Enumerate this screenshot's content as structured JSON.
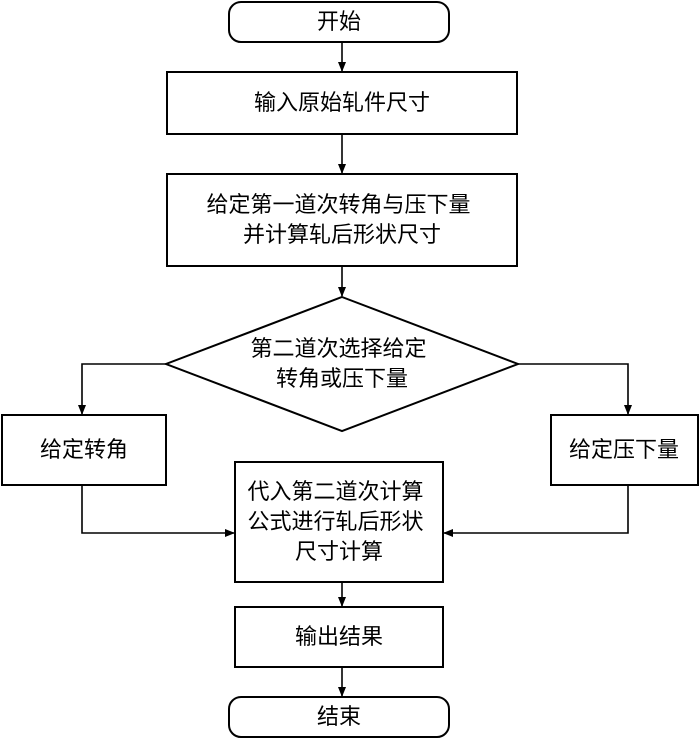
{
  "nodes": {
    "start": {
      "lines": [
        "开始"
      ]
    },
    "input_dims": {
      "lines": [
        "输入原始轧件尺寸"
      ]
    },
    "first_pass": {
      "lines": [
        "给定第一道次转角与压下量",
        "并计算轧后形状尺寸"
      ]
    },
    "decision": {
      "lines": [
        "第二道次选择给定",
        "转角或压下量"
      ]
    },
    "given_angle": {
      "lines": [
        "给定转角"
      ]
    },
    "given_reduction": {
      "lines": [
        "给定压下量"
      ]
    },
    "compute": {
      "lines": [
        "代入第二道次计算",
        "公式进行轧后形状",
        "尺寸计算"
      ]
    },
    "output": {
      "lines": [
        "输出结果"
      ]
    },
    "end": {
      "lines": [
        "结束"
      ]
    }
  }
}
